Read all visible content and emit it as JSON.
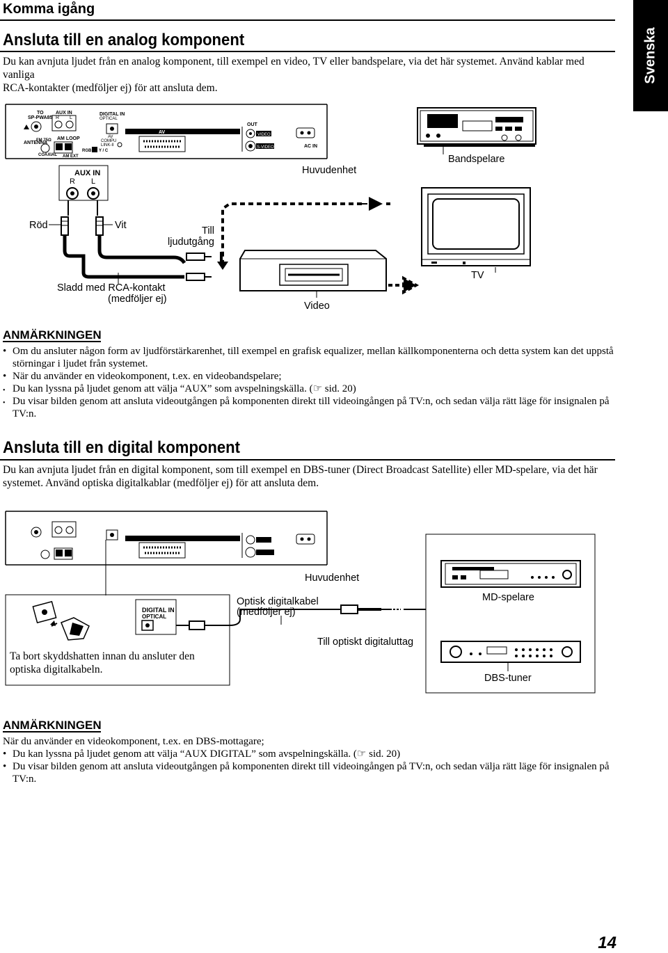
{
  "header": {
    "section_title": "Komma igång",
    "language_tab": "Svenska"
  },
  "analog": {
    "heading": "Ansluta till en analog komponent",
    "intro_line1": "Du kan avnjuta ljudet från en analog komponent, till exempel en video, TV eller bandspelare, via det här systemet. Använd kablar med vanliga",
    "intro_line2": "RCA-kontakter (medföljer ej) för att ansluta dem.",
    "diagram": {
      "panel": {
        "to": "TO",
        "speaker": "SP-PWA85",
        "aux_in": "AUX IN",
        "r": "R",
        "l": "L",
        "am_loop": "AM LOOP",
        "antenna": "ANTENNA",
        "fm": "FM 75Ω",
        "coaxial": "COAXIAL",
        "am_ext": "AM EXT",
        "digital_in": "DIGITAL IN",
        "optical": "OPTICAL",
        "av": "AV",
        "av_compu": "AV",
        "compu": "COMPU",
        "link": "LINK-II",
        "rgb": "RGB",
        "yc": "Y / C",
        "out": "OUT",
        "video": "VIDEO",
        "svideo": "S-VIDEO",
        "ac_in": "AC IN"
      },
      "jack_label": "AUX IN",
      "jack_r": "R",
      "jack_l": "L",
      "main_unit": "Huvudenhet",
      "tape_deck": "Bandspelare",
      "red": "Röd",
      "white": "Vit",
      "to_output_1": "Till",
      "to_output_2": "ljudutgång",
      "cable_1": "Sladd med RCA-kontakt",
      "cable_2": "(medföljer ej)",
      "video": "Video",
      "tv": "TV"
    }
  },
  "notes1": {
    "heading": "ANMÄRKNINGEN",
    "item1_line1": "Om du ansluter någon form av ljudförstärkarenhet, till exempel en grafisk equalizer, mellan källkomponenterna och detta system kan det uppstå",
    "item1_line2": "störningar i ljudet från systemet.",
    "item2": "När du använder en videokomponent, t.ex. en videobandspelare;",
    "sub1": "Du kan lyssna på ljudet genom att välja “AUX” som avspelningskälla. (☞ sid. 20)",
    "sub2_line1": "Du visar bilden genom att ansluta videoutgången på komponenten direkt till videoingången på TV:n, och sedan välja rätt läge för insignalen på",
    "sub2_line2": "TV:n."
  },
  "digital": {
    "heading": "Ansluta till en digital komponent",
    "intro_line1": "Du kan avnjuta ljudet från en digital komponent, som till exempel en DBS-tuner (Direct Broadcast Satellite) eller MD-spelare, via det här",
    "intro_line2": "systemet. Använd optiska digitalkablar (medföljer ej) för att ansluta dem.",
    "diagram": {
      "main_unit": "Huvudenhet",
      "digital_in": "DIGITAL IN",
      "optical": "OPTICAL",
      "cable_1": "Optisk digitalkabel",
      "cable_2": "(medföljer ej)",
      "md": "MD-spelare",
      "to_optical": "Till optiskt digitaluttag",
      "caption_1": "Ta bort skyddshatten innan du ansluter den",
      "caption_2": "optiska digitalkabeln.",
      "dbs": "DBS-tuner"
    }
  },
  "notes2": {
    "heading": "ANMÄRKNINGEN",
    "line1": "När du använder en videokomponent, t.ex. en DBS-mottagare;",
    "item1": "Du kan lyssna på ljudet genom att välja “AUX DIGITAL” som avspelningskälla. (☞ sid. 20)",
    "item2": "Du visar bilden genom att ansluta videoutgången på komponenten direkt till videoingången på TV:n, och sedan välja rätt läge för insignalen på TV:n."
  },
  "page_number": "14"
}
